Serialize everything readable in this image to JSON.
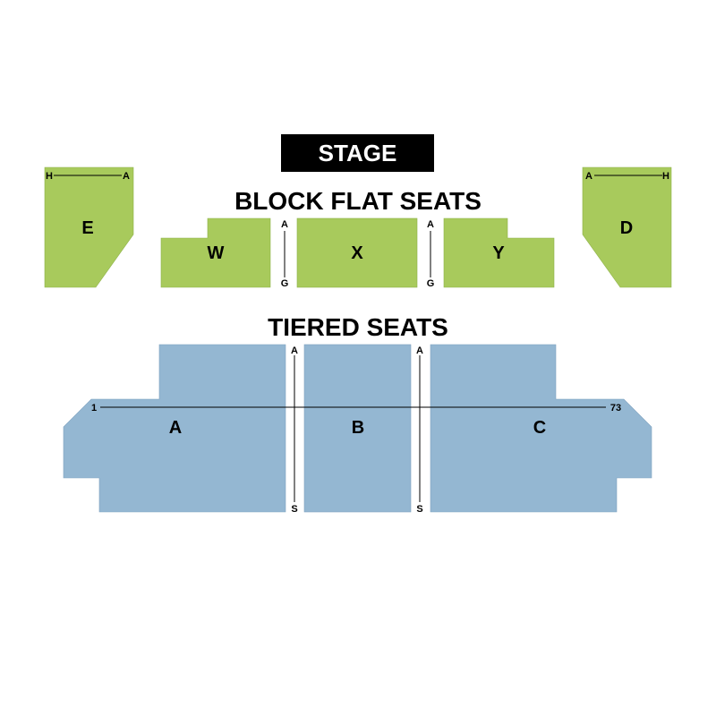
{
  "stage": {
    "label": "STAGE"
  },
  "headings": {
    "flat": "BLOCK FLAT SEATS",
    "tiered": "TIERED SEATS"
  },
  "sections": {
    "E": {
      "label": "E",
      "row_first": "H",
      "row_last": "A"
    },
    "D": {
      "label": "D",
      "row_first": "A",
      "row_last": "H"
    },
    "W": {
      "label": "W"
    },
    "X": {
      "label": "X"
    },
    "Y": {
      "label": "Y"
    },
    "A": {
      "label": "A"
    },
    "B": {
      "label": "B"
    },
    "C": {
      "label": "C"
    }
  },
  "flat_rows": {
    "first": "A",
    "last": "G"
  },
  "tiered_rows": {
    "first": "A",
    "last": "S"
  },
  "seat_numbers": {
    "first": "1",
    "last": "73"
  },
  "colors": {
    "flat_fill": "#a8ca5c",
    "tiered_fill": "#94b7d2",
    "stage_fill": "#000000"
  }
}
